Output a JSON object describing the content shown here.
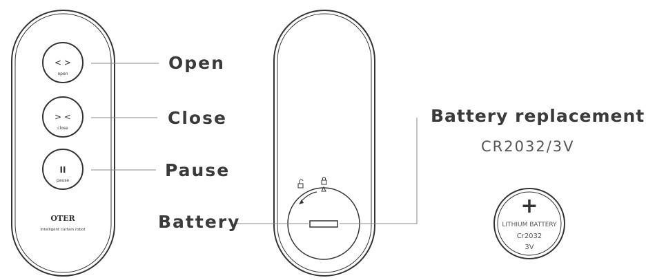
{
  "remote": {
    "brand": "OTER",
    "tagline": "Intelligent curtain robot",
    "buttons": [
      {
        "symbol": "< >",
        "caption": "open"
      },
      {
        "symbol": "> <",
        "caption": "close"
      },
      {
        "symbol": "II",
        "caption": "pause"
      }
    ]
  },
  "callouts": {
    "open": "Open",
    "close": "Close",
    "pause": "Pause",
    "battery": "Battery",
    "replacement_title": "Battery replacement",
    "replacement_model": "CR2032/3V"
  },
  "coin_cell": {
    "symbol": "+",
    "line1": "LITHIUM BATTERY",
    "line2": "Cr2032",
    "line3": "3V"
  },
  "colors": {
    "outline": "#333333",
    "leader": "#888888",
    "text": "#3a3a3a"
  }
}
